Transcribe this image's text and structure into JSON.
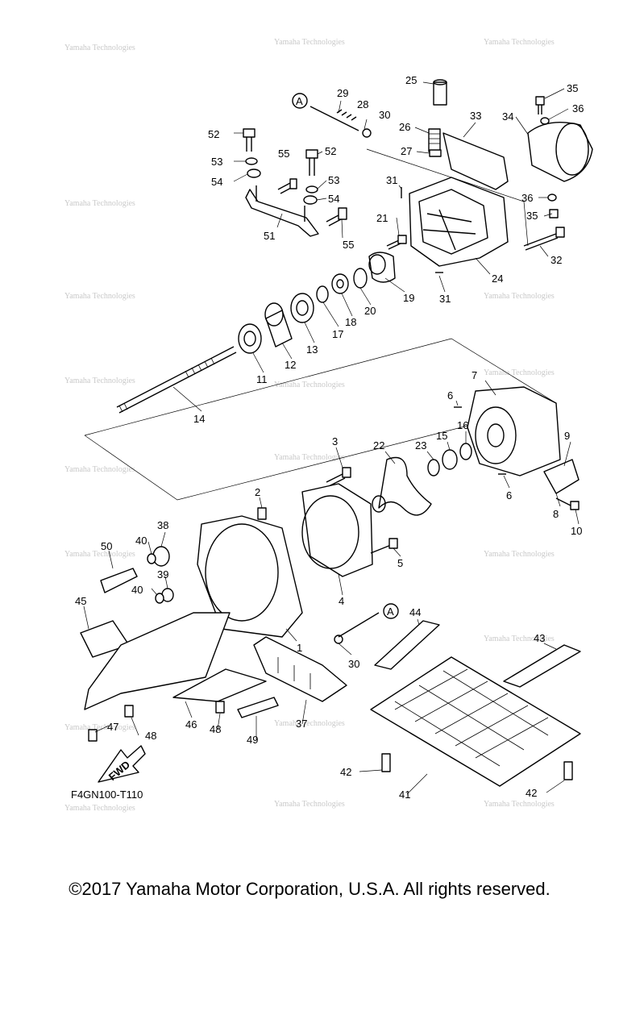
{
  "diagram": {
    "code": "F4GN100-T110",
    "direction_label": "FWD",
    "reference_marker": "A",
    "watermark": "Yamaha Technologies",
    "callouts": [
      "1",
      "2",
      "3",
      "4",
      "5",
      "6",
      "6",
      "7",
      "8",
      "9",
      "10",
      "11",
      "12",
      "13",
      "14",
      "15",
      "16",
      "17",
      "18",
      "19",
      "20",
      "21",
      "22",
      "23",
      "24",
      "25",
      "26",
      "27",
      "28",
      "29",
      "30",
      "30",
      "31",
      "31",
      "32",
      "33",
      "34",
      "35",
      "35",
      "36",
      "36",
      "37",
      "38",
      "39",
      "40",
      "40",
      "41",
      "42",
      "42",
      "43",
      "44",
      "45",
      "46",
      "47",
      "48",
      "48",
      "49",
      "50",
      "51",
      "52",
      "52",
      "53",
      "53",
      "54",
      "54",
      "55",
      "55"
    ]
  },
  "footer": {
    "copyright": "©2017 Yamaha Motor Corporation, U.S.A. All rights reserved."
  }
}
